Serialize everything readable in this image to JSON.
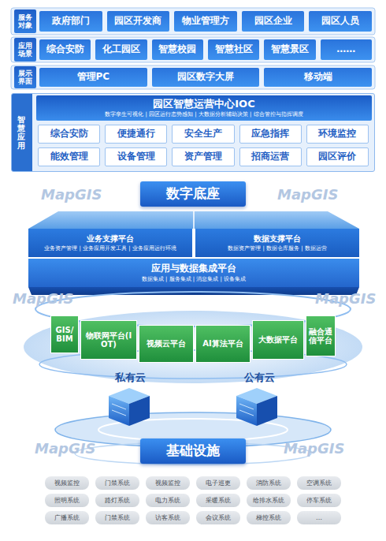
{
  "diagram": {
    "nodes": [
      {
        "text": [
          "服务对象"
        ]
      },
      {
        "text": [
          "政府部门"
        ]
      },
      {
        "text": [
          "园区开发商"
        ]
      },
      {
        "text": [
          "物业管理方"
        ]
      },
      {
        "text": [
          "园区企业"
        ]
      },
      {
        "text": [
          "园区人员"
        ]
      },
      {
        "text": [
          "应用场景"
        ]
      },
      {
        "text": [
          "综合安防"
        ]
      },
      {
        "text": [
          "化工园区"
        ]
      },
      {
        "text": [
          "智慧校园"
        ]
      },
      {
        "text": [
          "智慧社区"
        ]
      },
      {
        "text": [
          "智慧景区"
        ]
      },
      {
        "text": [
          "……"
        ]
      },
      {
        "text": [
          "展示界面"
        ]
      },
      {
        "text": [
          "管理PC"
        ]
      },
      {
        "text": [
          "园区数字大屏"
        ]
      },
      {
        "text": [
          "移动端"
        ]
      },
      {
        "text": [
          "智慧应用"
        ]
      },
      {
        "text": [
          "园区智慧运营中心IOC",
          "数字孪生可视化 | 园区运行态势感知 | 大数据分析辅助决策 | 综合管控与指挥调度"
        ],
        "in": 17
      },
      {
        "text": [
          "综合安防"
        ],
        "in": 17
      },
      {
        "text": [
          "便捷通行"
        ],
        "in": 17
      },
      {
        "text": [
          "安全生产"
        ],
        "in": 17
      },
      {
        "text": [
          "应急指挥"
        ],
        "in": 17
      },
      {
        "text": [
          "环境监控"
        ],
        "in": 17
      },
      {
        "text": [
          "能效管理"
        ],
        "in": 17
      },
      {
        "text": [
          "设备管理"
        ],
        "in": 17
      },
      {
        "text": [
          "资产管理"
        ],
        "in": 17
      },
      {
        "text": [
          "招商运营"
        ],
        "in": 17
      },
      {
        "text": [
          "园区评价"
        ],
        "in": 17
      },
      {
        "text": [
          "数字底座"
        ]
      },
      {
        "text": [
          "业务支撑平台",
          "业务资产管理 | 业务应用开发工具 | 业务应用运行环境"
        ]
      },
      {
        "text": [
          "数据支撑平台",
          "数据资产管理 | 数据仓库服务 | 数据运营"
        ]
      },
      {
        "text": [
          "应用与数据集成平台",
          "数据集成 | 服务集成 | 消息集成 | 设备集成"
        ]
      },
      {
        "text": [
          "GIS/BIM"
        ]
      },
      {
        "text": [
          "物联网平台(IOT)"
        ]
      },
      {
        "text": [
          "视频云平台"
        ]
      },
      {
        "text": [
          "AI算法平台"
        ]
      },
      {
        "text": [
          "大数据平台"
        ]
      },
      {
        "text": [
          "融合通信平台"
        ]
      },
      {
        "text": [
          "基础设施"
        ]
      },
      {
        "text": [
          "视频监控"
        ]
      },
      {
        "text": [
          "门禁系统"
        ]
      },
      {
        "text": [
          "视频监控"
        ]
      },
      {
        "text": [
          "电子巡更"
        ]
      },
      {
        "text": [
          "消防系统"
        ]
      },
      {
        "text": [
          "空调系统"
        ]
      },
      {
        "text": [
          "照明系统"
        ]
      },
      {
        "text": [
          "路灯系统"
        ]
      },
      {
        "text": [
          "电力系统"
        ]
      },
      {
        "text": [
          "采暖系统"
        ]
      },
      {
        "text": [
          "给排水系统"
        ]
      },
      {
        "text": [
          "停车系统"
        ]
      },
      {
        "text": [
          "广播系统"
        ]
      },
      {
        "text": [
          "门禁系统"
        ]
      },
      {
        "text": [
          "访客系统"
        ]
      },
      {
        "text": [
          "会议系统"
        ]
      },
      {
        "text": [
          "梯控系统"
        ]
      },
      {
        "text": [
          "…"
        ]
      }
    ],
    "labels": [
      "私有云",
      "公有云",
      "MapGIS",
      "MapGIS",
      "MapGIS",
      "MapGIS",
      "MapGIS",
      "MapGIS"
    ]
  }
}
